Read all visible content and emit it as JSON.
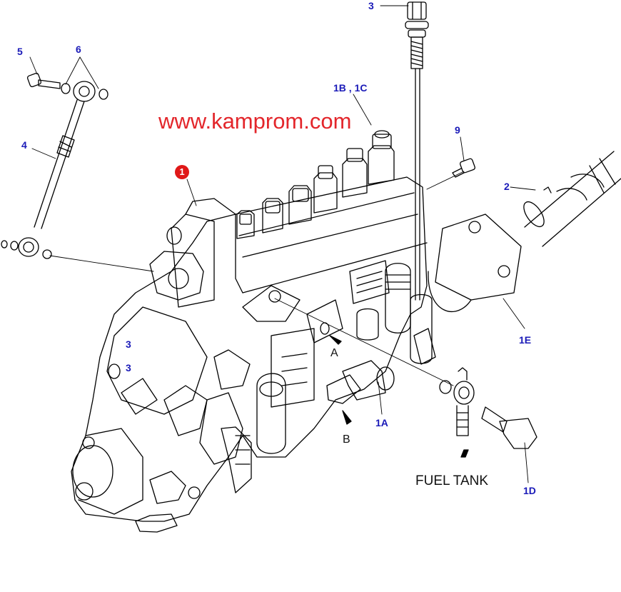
{
  "watermark": "www.kamprom.com",
  "marker": "1",
  "callouts": {
    "c3_top": "3",
    "c5": "5",
    "c6": "6",
    "c4": "4",
    "c1b1c": "1B , 1C",
    "c9": "9",
    "c2": "2",
    "c1e": "1E",
    "c3_a": "3",
    "c3_b": "3",
    "c1a": "1A",
    "c1d": "1D"
  },
  "views": {
    "a": "A",
    "b": "B"
  },
  "fuel_tank": "FUEL TANK",
  "colors": {
    "callout": "#1a1ab8",
    "watermark": "#e3262b",
    "marker": "#e01818",
    "line": "#000000"
  }
}
